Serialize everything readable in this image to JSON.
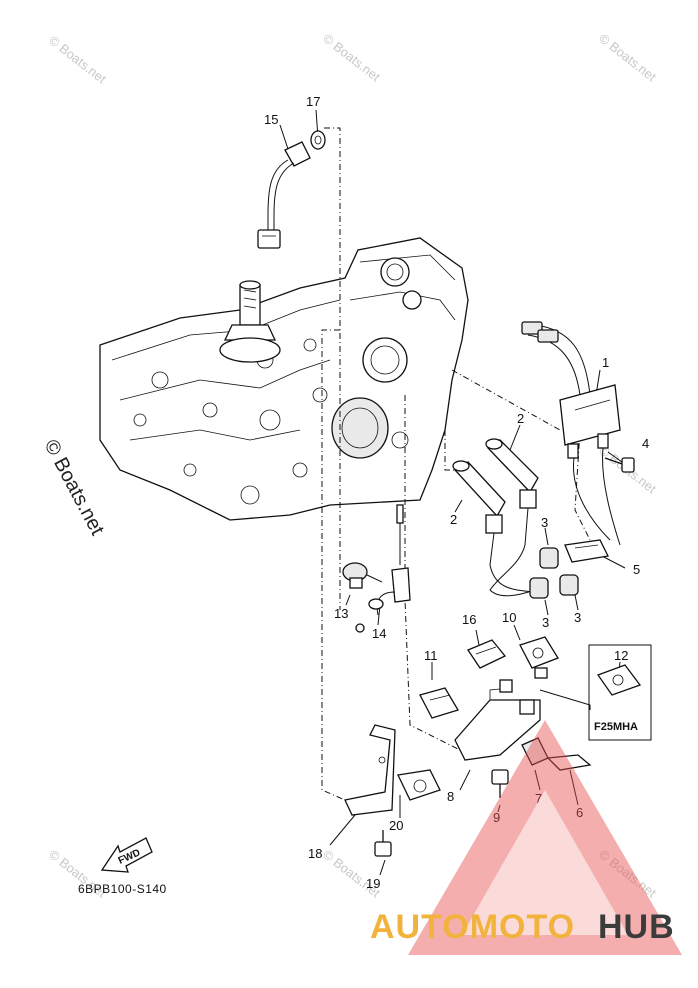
{
  "callouts": {
    "c1": "1",
    "c2a": "2",
    "c2b": "2",
    "c3a": "3",
    "c3b": "3",
    "c3c": "3",
    "c4": "4",
    "c5": "5",
    "c6": "6",
    "c7": "7",
    "c8": "8",
    "c9": "9",
    "c10": "10",
    "c11": "11",
    "c12": "12",
    "c13": "13",
    "c14": "14",
    "c15": "15",
    "c16": "16",
    "c17": "17",
    "c18": "18",
    "c19": "19",
    "c20": "20"
  },
  "variant_box_label": "F25MHA",
  "fwd_label": "FWD",
  "diagram_code": "6BPB100-S140",
  "watermark": "© Boats.net",
  "brand": {
    "part1": "AUTOMOTO",
    "part2": "HUB",
    "color1": "#f2b33d",
    "color2": "#3b3b3b",
    "triangle_color": "#e84b4b"
  }
}
